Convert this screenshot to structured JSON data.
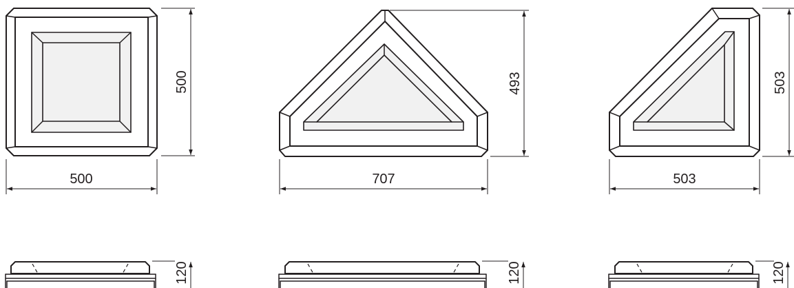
{
  "colors": {
    "line": "#231f20",
    "face": "#f1f1f1",
    "background": "#ffffff"
  },
  "views": {
    "square": {
      "width": "500",
      "height": "500",
      "profile_height": "120"
    },
    "triangle": {
      "width": "707",
      "height": "493",
      "profile_height": "120"
    },
    "corner": {
      "width": "503",
      "height": "503",
      "profile_height": "120"
    }
  }
}
